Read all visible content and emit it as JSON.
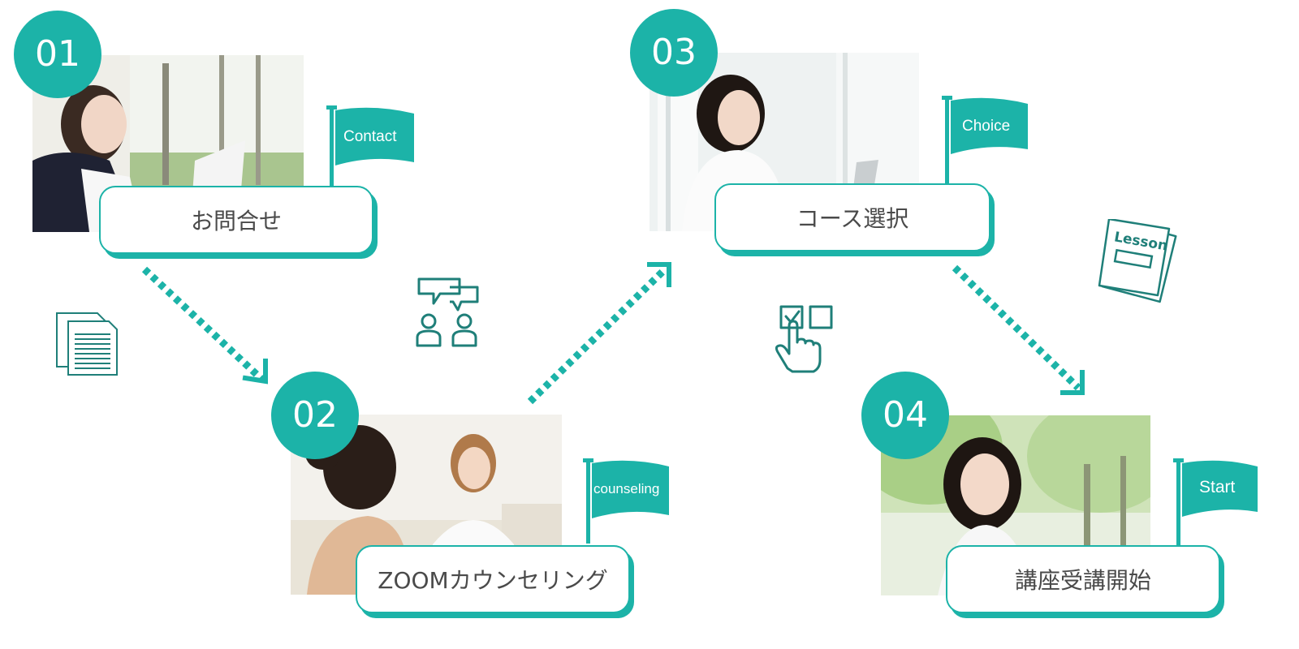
{
  "colors": {
    "accent": "#1cb3a8",
    "label_text": "#4a4a4a"
  },
  "steps": [
    {
      "number": "01",
      "title": "お問合せ",
      "flag": "Contact",
      "photo": "woman-reading-document-photo"
    },
    {
      "number": "02",
      "title": "ZOOMカウンセリング",
      "flag": "counseling",
      "photo": "two-women-counseling-photo"
    },
    {
      "number": "03",
      "title": "コース選択",
      "flag": "Choice",
      "photo": "woman-with-laptop-photo"
    },
    {
      "number": "04",
      "title": "講座受講開始",
      "flag": "Start",
      "photo": "smiling-woman-outdoors-photo"
    }
  ],
  "icons": {
    "documents": "documents-icon",
    "chat": "people-chat-icon",
    "select": "hand-checkbox-icon",
    "lesson": {
      "name": "lesson-book-icon",
      "text": "Lesson"
    }
  }
}
